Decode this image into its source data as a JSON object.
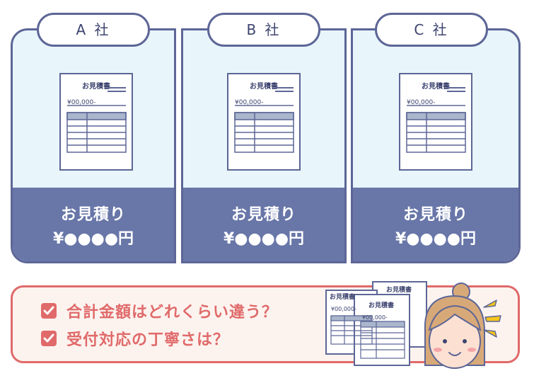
{
  "companies": [
    {
      "name": "A 社",
      "estimate_label": "お見積り",
      "price": "¥●●●●円"
    },
    {
      "name": "B 社",
      "estimate_label": "お見積り",
      "price": "¥●●●●円"
    },
    {
      "name": "C 社",
      "estimate_label": "お見積り",
      "price": "¥●●●●円"
    }
  ],
  "document": {
    "title": "お見積書",
    "amount": "¥00,000-"
  },
  "questions": [
    "合計金額はどれくらい違う？",
    "受付対応の丁寧さは？"
  ],
  "colors": {
    "navy": "#5d6696",
    "card_bottom": "#6876a8",
    "card_top": "#e8f6fc",
    "accent_red": "#e06a6a",
    "panel_bg": "#fcf3ef",
    "emphasis_yellow": "#f5c518"
  }
}
